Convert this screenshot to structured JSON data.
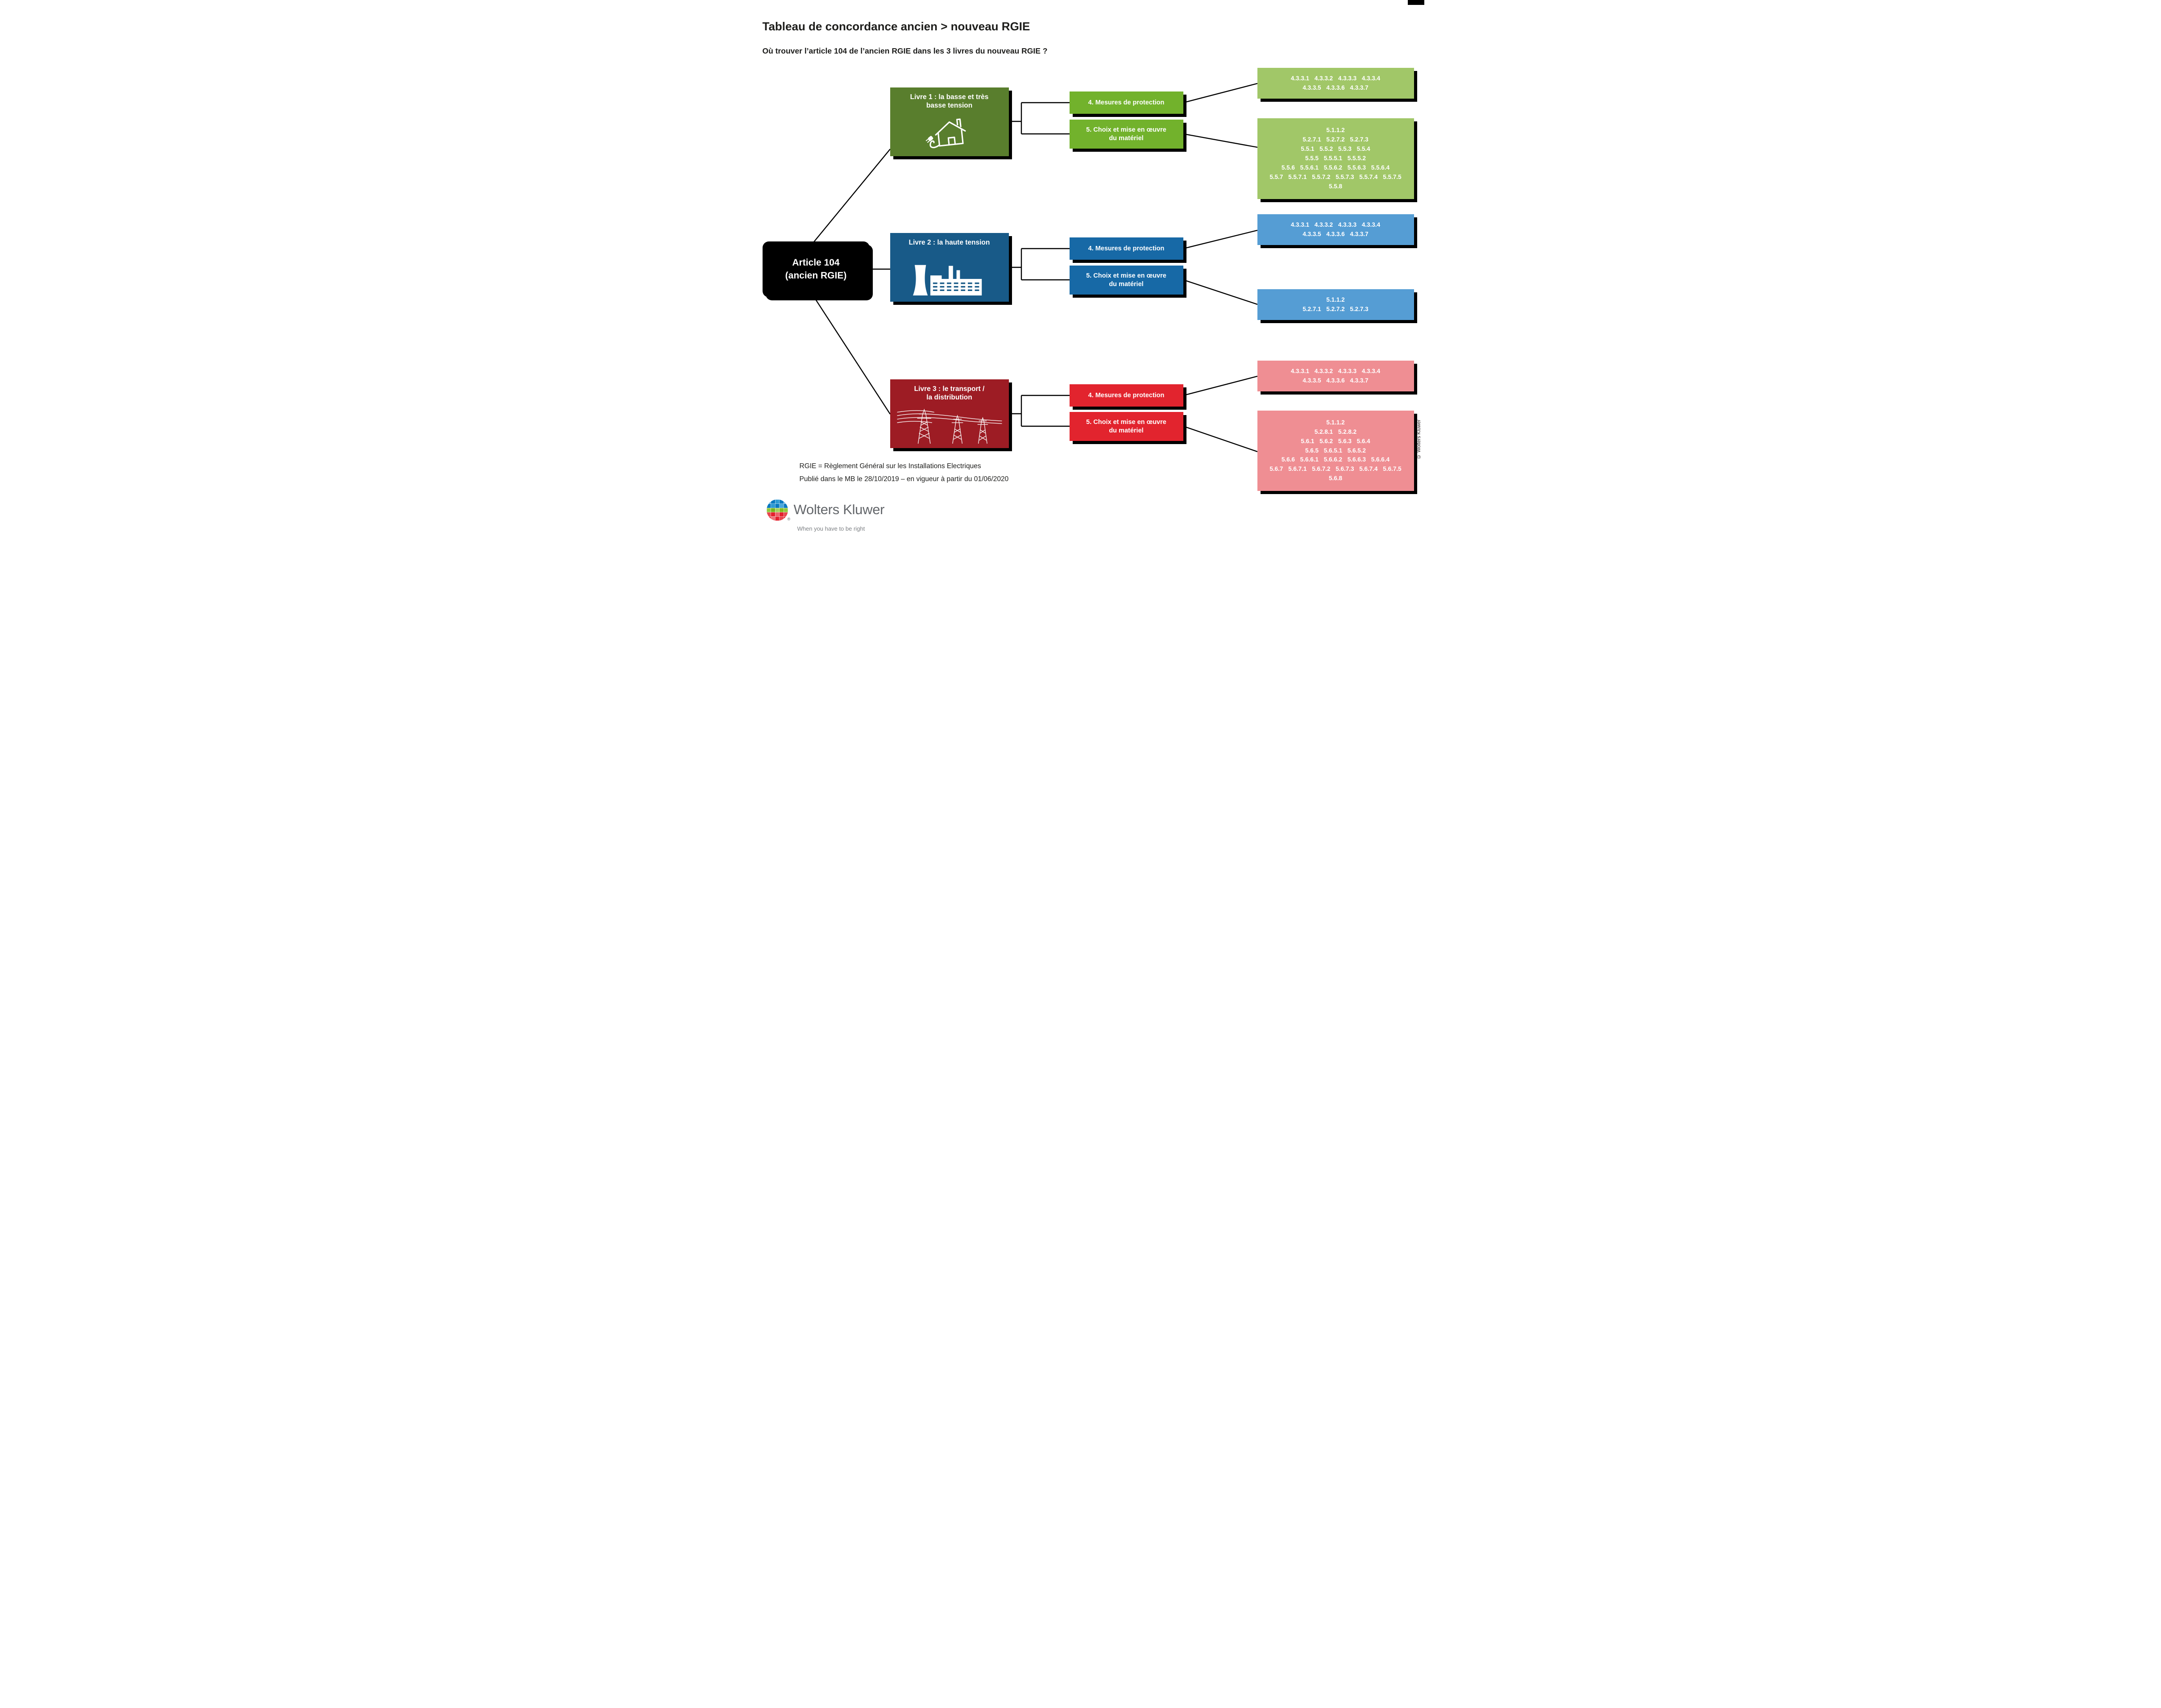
{
  "page": {
    "title": "Tableau de concordance ancien > nouveau RGIE",
    "subtitle": "Où trouver l’article 104 de l’ancien RGIE dans les 3 livres du nouveau RGIE ?",
    "footnotes": [
      "RGIE = Règlement Général sur les Installations Electriques",
      "Publié dans le MB le 28/10/2019 – en vigueur à partir du 01/06/2020"
    ],
    "vertical_copyright": "© Wolters Kluwer"
  },
  "source_node": {
    "lines": [
      "Article 104",
      "(ancien RGIE)"
    ],
    "bg": "#000000"
  },
  "branches": [
    {
      "id": "livre-1",
      "title": [
        "Livre 1 : la basse et très",
        "basse tension"
      ],
      "icon": "house-plug-icon",
      "colors": {
        "box": "#597e2d",
        "button": "#72b22c",
        "result": "#a1c768"
      },
      "buttons": [
        "4. Mesures de protection",
        [
          "5. Choix et mise en œuvre",
          "du matériel"
        ]
      ],
      "results_protection": [
        "4.3.3.1 4.3.3.2 4.3.3.3 4.3.3.4",
        "4.3.3.5 4.3.3.6 4.3.3.7"
      ],
      "results_materiel": [
        "5.1.1.2",
        "5.2.7.1 5.2.7.2 5.2.7.3",
        "5.5.1 5.5.2 5.5.3 5.5.4",
        "5.5.5 5.5.5.1 5.5.5.2",
        "5.5.6 5.5.6.1 5.5.6.2 5.5.6.3 5.5.6.4",
        "5.5.7 5.5.7.1 5.5.7.2 5.5.7.3 5.5.7.4 5.5.7.5",
        "5.5.8"
      ]
    },
    {
      "id": "livre-2",
      "title": [
        "Livre 2 : la haute tension"
      ],
      "icon": "factory-icon",
      "colors": {
        "box": "#185a88",
        "button": "#1769a6",
        "result": "#559dd4"
      },
      "buttons": [
        "4. Mesures de protection",
        [
          "5. Choix et mise en œuvre",
          "du matériel"
        ]
      ],
      "results_protection": [
        "4.3.3.1 4.3.3.2 4.3.3.3 4.3.3.4",
        "4.3.3.5 4.3.3.6 4.3.3.7"
      ],
      "results_materiel": [
        "5.1.1.2",
        "5.2.7.1 5.2.7.2 5.2.7.3"
      ]
    },
    {
      "id": "livre-3",
      "title": [
        "Livre 3 : le transport /",
        "la distribution"
      ],
      "icon": "power-towers-icon",
      "colors": {
        "box": "#9d1c24",
        "button": "#e2242e",
        "result": "#ef8e93"
      },
      "buttons": [
        "4. Mesures de protection",
        [
          "5. Choix et mise en œuvre",
          "du matériel"
        ]
      ],
      "results_protection": [
        "4.3.3.1 4.3.3.2 4.3.3.3 4.3.3.4",
        "4.3.3.5 4.3.3.6 4.3.3.7"
      ],
      "results_materiel": [
        "5.1.1.2",
        "5.2.8.1 5.2.8.2",
        "5.6.1 5.6.2 5.6.3 5.6.4",
        "5.6.5 5.6.5.1 5.6.5.2",
        "5.6.6 5.6.6.1 5.6.6.2 5.6.6.3 5.6.6.4",
        "5.6.7 5.6.7.1 5.6.7.2 5.6.7.3 5.6.7.4 5.6.7.5",
        "5.6.8"
      ]
    }
  ],
  "logo": {
    "brand": "Wolters Kluwer",
    "tagline": "When you have to be right",
    "registered": "®"
  }
}
